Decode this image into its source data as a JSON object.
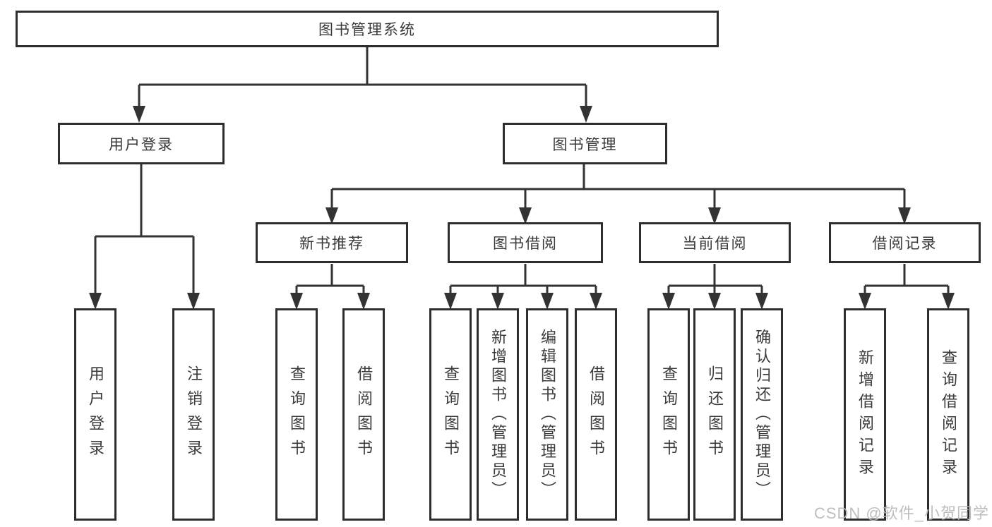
{
  "watermark": "CSDN @软件_小贺同学",
  "diagram": {
    "root": "图书管理系统",
    "level2": {
      "user_login": "用户登录",
      "book_mgmt": "图书管理"
    },
    "level3": {
      "new_book_rec": "新书推荐",
      "book_borrow": "图书借阅",
      "current_borrow": "当前借阅",
      "borrow_records": "借阅记录"
    },
    "leaves": {
      "login": "用户登录",
      "logout": "注销登录",
      "rec_query_books": "查询图书",
      "rec_borrow_books": "借阅图书",
      "bb_query_books": "查询图书",
      "bb_add_books": "新增图书（管理员）",
      "bb_edit_books": "编辑图书（管理员）",
      "bb_borrow_books": "借阅图书",
      "cb_query_books": "查询图书",
      "cb_return_books": "归还图书",
      "cb_confirm_return": "确认归还（管理员）",
      "br_add_record": "新增借阅记录",
      "br_query_record": "查询借阅记录"
    }
  }
}
